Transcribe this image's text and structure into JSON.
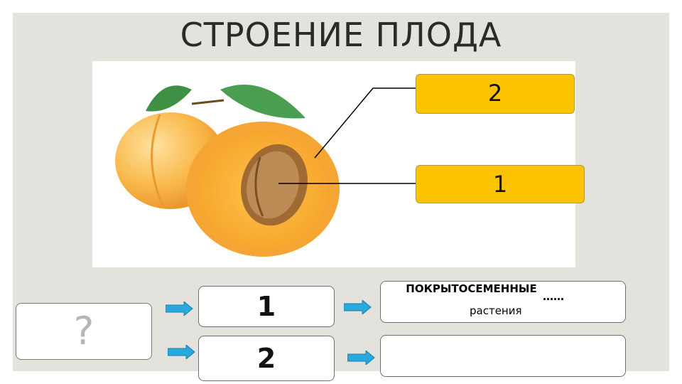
{
  "title": "СТРОЕНИЕ ПЛОДА",
  "image": {
    "description_icon": "apricot-illustration"
  },
  "labels": {
    "top": "2",
    "bottom": "1"
  },
  "question_mark": "?",
  "rows": [
    {
      "number": "1",
      "text_upper": "ПОКРЫТОСЕМЕННЫЕ",
      "text_lower": "растения",
      "dots": "……"
    },
    {
      "number": "2",
      "text_upper": "",
      "text_lower": "",
      "dots": ""
    }
  ],
  "colors": {
    "label_fill": "#fbc300",
    "arrow": "#29a8dc",
    "background": "#e4e2dd"
  }
}
